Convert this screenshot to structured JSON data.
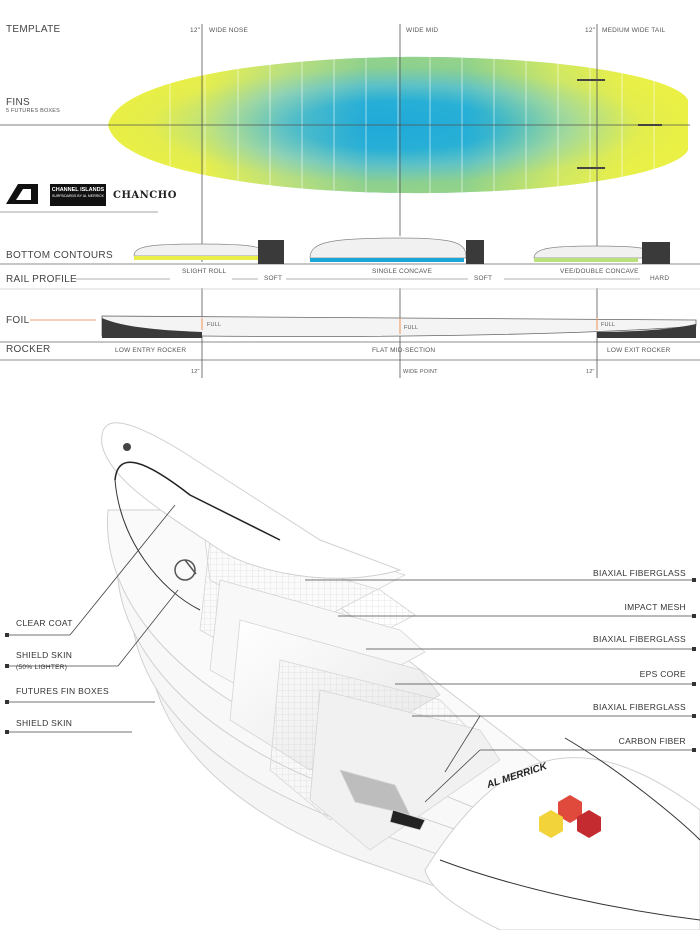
{
  "template": {
    "label": "TEMPLATE",
    "nose": {
      "measure": "12\"",
      "label": "WIDE NOSE"
    },
    "mid": {
      "label": "WIDE MID"
    },
    "tail": {
      "measure": "12\"",
      "label": "MEDIUM WIDE TAIL"
    }
  },
  "fins": {
    "label": "FINS",
    "sublabel": "5 FUTURES BOXES"
  },
  "logos": {
    "brand": "CHANNEL ISLANDS",
    "model": "CHANCHO",
    "sub": "SURFBOARDS BY AL MERRICK"
  },
  "colors": {
    "yellow": "#e9ee3a",
    "blue": "#1aa7d8",
    "accent": "#f0a070",
    "dark": "#3a3a3a"
  },
  "bottom_contours": {
    "label": "BOTTOM CONTOURS",
    "items": [
      "SLIGHT ROLL",
      "SINGLE CONCAVE",
      "VEE/DOUBLE CONCAVE"
    ]
  },
  "rail_profile": {
    "label": "RAIL PROFILE",
    "soft1": "SOFT",
    "soft2": "SOFT",
    "hard": "HARD"
  },
  "foil": {
    "label": "FOIL",
    "marks": [
      "FULL",
      "FULL",
      "FULL"
    ]
  },
  "rocker": {
    "label": "ROCKER",
    "items": [
      "LOW ENTRY ROCKER",
      "FLAT MID-SECTION",
      "LOW EXIT ROCKER"
    ],
    "bottom_marks": [
      "12\"",
      "WIDE POINT",
      "12\""
    ]
  },
  "layers": {
    "left": [
      {
        "label": "CLEAR COAT"
      },
      {
        "label": "SHIELD SKIN",
        "sub": "(50% LIGHTER)"
      },
      {
        "label": "FUTURES FIN BOXES"
      },
      {
        "label": "SHIELD SKIN"
      }
    ],
    "right": [
      {
        "label": "BIAXIAL FIBERGLASS"
      },
      {
        "label": "IMPACT MESH"
      },
      {
        "label": "BIAXIAL FIBERGLASS"
      },
      {
        "label": "EPS CORE"
      },
      {
        "label": "BIAXIAL FIBERGLASS"
      },
      {
        "label": "CARBON FIBER"
      }
    ]
  },
  "board_stamp": "AL MERRICK"
}
